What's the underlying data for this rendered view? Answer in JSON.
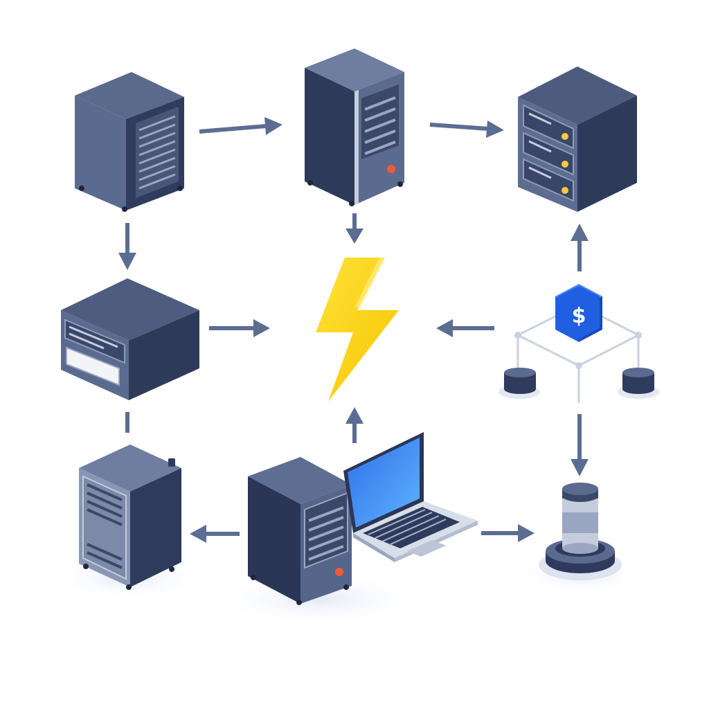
{
  "diagram": {
    "nodes": [
      {
        "id": "server-top-left",
        "icon": "server-box-icon"
      },
      {
        "id": "server-top-center",
        "icon": "server-tower-icon"
      },
      {
        "id": "server-top-right",
        "icon": "server-rack-icon"
      },
      {
        "id": "server-mid-left",
        "icon": "server-drive-icon"
      },
      {
        "id": "hub-center",
        "icon": "lightning-bolt-icon"
      },
      {
        "id": "payment-network",
        "icon": "dollar-cube-icon",
        "label": "$"
      },
      {
        "id": "server-bottom-left",
        "icon": "server-tower-icon"
      },
      {
        "id": "workstation",
        "icon": "server-tower-icon"
      },
      {
        "id": "laptop",
        "icon": "laptop-icon"
      },
      {
        "id": "storage-bottom-right",
        "icon": "database-cylinder-icon"
      }
    ],
    "edges": [
      {
        "from": "server-top-left",
        "to": "server-top-center"
      },
      {
        "from": "server-top-center",
        "to": "server-top-right"
      },
      {
        "from": "server-top-left",
        "to": "server-mid-left"
      },
      {
        "from": "server-top-center",
        "to": "hub-center"
      },
      {
        "from": "payment-network",
        "to": "server-top-right"
      },
      {
        "from": "server-mid-left",
        "to": "hub-center"
      },
      {
        "from": "payment-network",
        "to": "hub-center"
      },
      {
        "from": "workstation",
        "to": "hub-center"
      },
      {
        "from": "workstation",
        "to": "server-bottom-left"
      },
      {
        "from": "laptop",
        "to": "storage-bottom-right"
      },
      {
        "from": "payment-network",
        "to": "storage-bottom-right"
      },
      {
        "from": "server-mid-left",
        "to": "server-bottom-left",
        "style": "dashed"
      }
    ]
  },
  "colors": {
    "arrow": "#5b6d92",
    "server_dark": "#2f3b5c",
    "server_mid": "#5b6a8f",
    "lightning": "#ffd21f",
    "payment_blue": "#1f5fe0",
    "laptop_screen": "#3d8ff5"
  }
}
